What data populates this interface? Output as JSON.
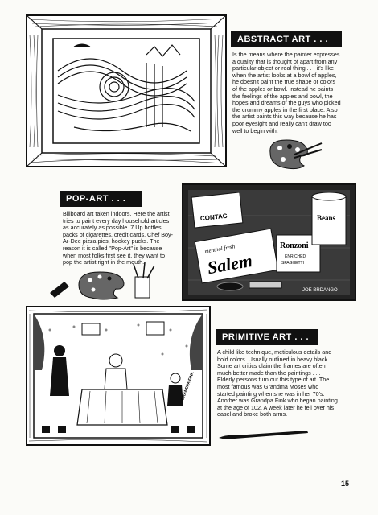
{
  "sections": {
    "abstract": {
      "heading": "ABSTRACT ART . . .",
      "body": "Is the means where the painter expresses a quality that is thought of apart from any particular object or real thing . . . it's like when the artist looks at a bowl of apples, he doesn't paint the true shape or colors of the apples or bowl. Instead he paints the feelings of the apples and bowl, the hopes and dreams of the guys who picked the crummy apples in the first place. Also the artist paints this way because he has poor eyesight and really can't draw too well to begin with."
    },
    "pop": {
      "heading": "POP-ART . . .",
      "body": "Billboard art taken indoors. Here the artist tries to paint every day household articles as accurately as possible. 7 Up bottles, packs of cigarettes, credit cards, Chef Boy-Ar-Dee pizza pies, hockey pucks. The reason it is called \"Pop-Art\" is because when most folks first see it, they want to pop the artist right in the mouth."
    },
    "primitive": {
      "heading": "PRIMITIVE ART . . .",
      "body": "A child like technique, meticulous details and bold colors. Usually outlined in heavy black. Some art critics claim the frames are often much better made than the paintings . . . Elderly persons turn out this type of art. The most famous was Grandma Moses who started painting when she was in her 70's. Another was Grandpa Fink who began painting at the age of 102. A week later he fell over his easel and broke both arms."
    }
  },
  "illustration_text": {
    "contac": "CONTAC",
    "menthol": "menthol fresh",
    "salem": "Salem",
    "ronzoni": "Ronzoni",
    "enriched": "ENRICHED",
    "spaghetti": "SPAGHETTI",
    "beans": "Beans",
    "signature": "JOE BRDANGO",
    "fink": "GRANDPA FINK"
  },
  "page_number": "15"
}
